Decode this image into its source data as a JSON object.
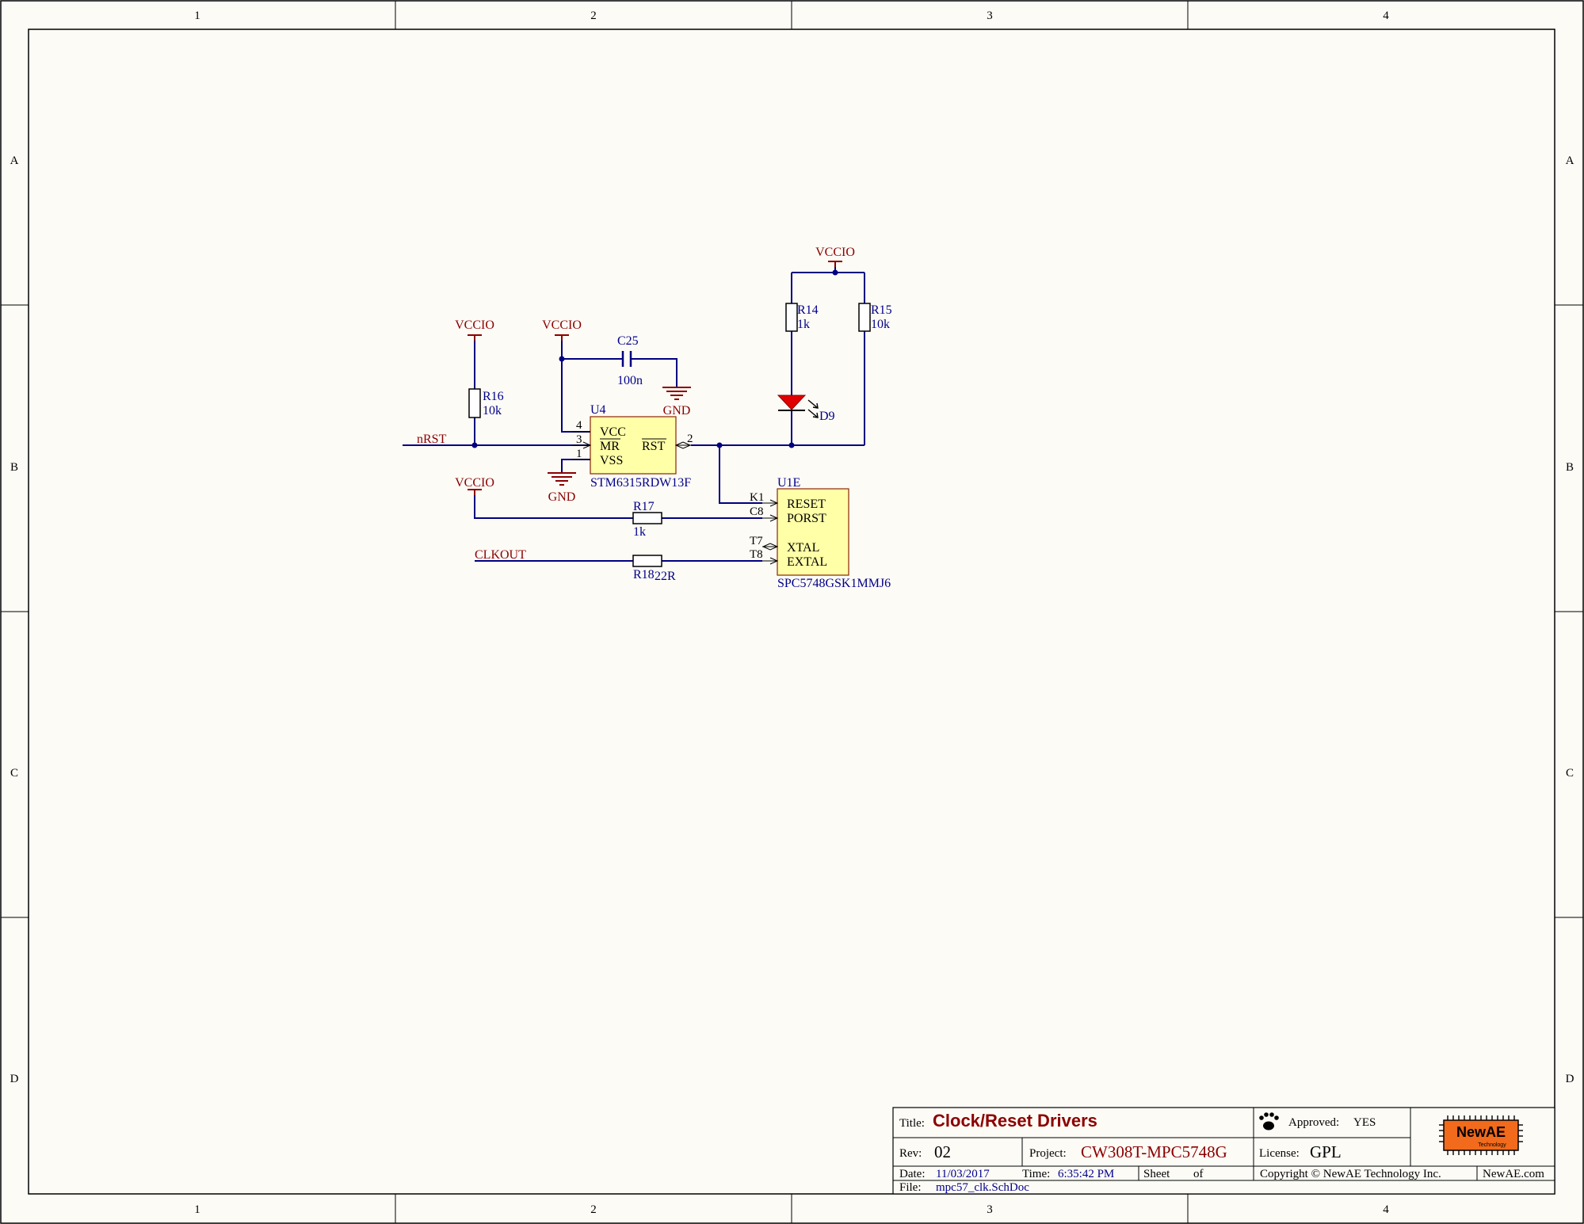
{
  "frame": {
    "cols": [
      "1",
      "2",
      "3",
      "4"
    ],
    "rows": [
      "A",
      "B",
      "C",
      "D"
    ]
  },
  "nets": {
    "vccio": "VCCIO",
    "gnd": "GND",
    "nrst": "nRST",
    "clkout": "CLKOUT"
  },
  "components": {
    "r16": {
      "ref": "R16",
      "value": "10k"
    },
    "r14": {
      "ref": "R14",
      "value": "1k"
    },
    "r15": {
      "ref": "R15",
      "value": "10k"
    },
    "r17": {
      "ref": "R17",
      "value": "1k"
    },
    "r18": {
      "ref": "R18",
      "value": "22R"
    },
    "c25": {
      "ref": "C25",
      "value": "100n"
    },
    "d9": {
      "ref": "D9"
    },
    "u4": {
      "ref": "U4",
      "part": "STM6315RDW13F",
      "pins": {
        "vcc": "VCC",
        "mr": "MR",
        "vss": "VSS",
        "rst": "RST"
      },
      "pin_numbers": {
        "vcc": "4",
        "mr": "3",
        "vss": "1",
        "rst": "2"
      }
    },
    "u1e": {
      "ref": "U1E",
      "part": "SPC5748GSK1MMJ6",
      "pins": {
        "reset": "RESET",
        "porst": "PORST",
        "xtal": "XTAL",
        "extal": "EXTAL"
      },
      "pin_numbers": {
        "reset": "K1",
        "porst": "C8",
        "xtal": "T7",
        "extal": "T8"
      }
    }
  },
  "title_block": {
    "title_label": "Title:",
    "title": "Clock/Reset Drivers",
    "approved_label": "Approved:",
    "approved": "YES",
    "rev_label": "Rev:",
    "rev": "02",
    "project_label": "Project:",
    "project": "CW308T-MPC5748G",
    "license_label": "License:",
    "license": "GPL",
    "date_label": "Date:",
    "date": "11/03/2017",
    "time_label": "Time:",
    "time": "6:35:42 PM",
    "sheet_label": "Sheet",
    "of_label": "of",
    "copyright": "Copyright © NewAE Technology Inc.",
    "website": "NewAE.com",
    "file_label": "File:",
    "file": "mpc57_clk.SchDoc",
    "logo_text": "NewAE",
    "logo_sub": "Technology"
  }
}
